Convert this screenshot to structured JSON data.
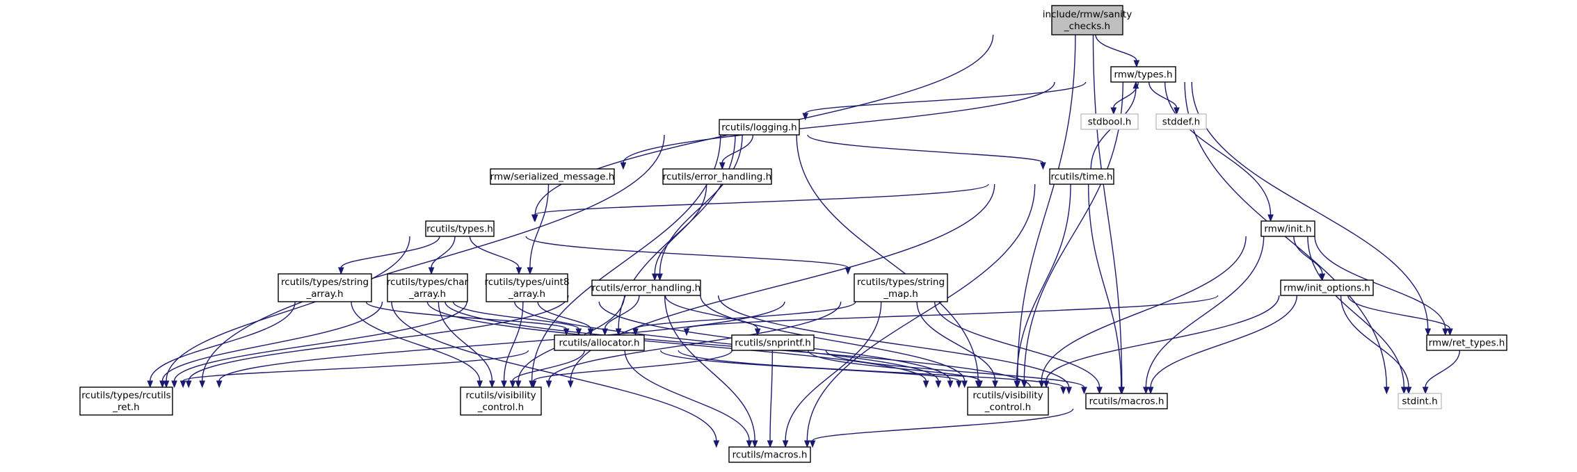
{
  "diagram": {
    "nodes": [
      {
        "id": "root",
        "lines": [
          "include/rmw/sanity",
          "_checks.h"
        ],
        "kind": "root"
      },
      {
        "id": "rmw_types",
        "lines": [
          "rmw/types.h"
        ],
        "kind": "doc"
      },
      {
        "id": "stdbool",
        "lines": [
          "stdbool.h"
        ],
        "kind": "ext"
      },
      {
        "id": "stddef",
        "lines": [
          "stddef.h"
        ],
        "kind": "ext"
      },
      {
        "id": "logging",
        "lines": [
          "rcutils/logging.h"
        ],
        "kind": "doc"
      },
      {
        "id": "serialized",
        "lines": [
          "rmw/serialized_message.h"
        ],
        "kind": "doc"
      },
      {
        "id": "err_handling_small",
        "lines": [
          "rcutils/error_handling.h"
        ],
        "kind": "doc"
      },
      {
        "id": "time",
        "lines": [
          "rcutils/time.h"
        ],
        "kind": "doc"
      },
      {
        "id": "rcutils_types",
        "lines": [
          "rcutils/types.h"
        ],
        "kind": "doc"
      },
      {
        "id": "rmw_init",
        "lines": [
          "rmw/init.h"
        ],
        "kind": "doc"
      },
      {
        "id": "string_array",
        "lines": [
          "rcutils/types/string",
          "_array.h"
        ],
        "kind": "doc"
      },
      {
        "id": "char_array",
        "lines": [
          "rcutils/types/char",
          "_array.h"
        ],
        "kind": "doc"
      },
      {
        "id": "uint8_array",
        "lines": [
          "rcutils/types/uint8",
          "_array.h"
        ],
        "kind": "doc"
      },
      {
        "id": "err_handling",
        "lines": [
          "rcutils/error_handling.h"
        ],
        "kind": "doc"
      },
      {
        "id": "string_map",
        "lines": [
          "rcutils/types/string",
          "_map.h"
        ],
        "kind": "doc"
      },
      {
        "id": "init_options",
        "lines": [
          "rmw/init_options.h"
        ],
        "kind": "doc"
      },
      {
        "id": "allocator",
        "lines": [
          "rcutils/allocator.h"
        ],
        "kind": "doc"
      },
      {
        "id": "snprintf",
        "lines": [
          "rcutils/snprintf.h"
        ],
        "kind": "doc"
      },
      {
        "id": "ret_types",
        "lines": [
          "rmw/ret_types.h"
        ],
        "kind": "doc"
      },
      {
        "id": "rcutils_ret",
        "lines": [
          "rcutils/types/rcutils",
          "_ret.h"
        ],
        "kind": "doc"
      },
      {
        "id": "vis_left",
        "lines": [
          "rcutils/visibility",
          "_control.h"
        ],
        "kind": "doc"
      },
      {
        "id": "vis_mid",
        "lines": [
          "rcutils/visibility",
          "_control.h"
        ],
        "kind": "doc"
      },
      {
        "id": "macros_right",
        "lines": [
          "rcutils/macros.h"
        ],
        "kind": "doc"
      },
      {
        "id": "stdint",
        "lines": [
          "stdint.h"
        ],
        "kind": "ext"
      },
      {
        "id": "macros_bottom",
        "lines": [
          "rcutils/macros.h"
        ],
        "kind": "doc"
      }
    ],
    "edges": [
      [
        "root",
        "rmw_types"
      ],
      [
        "root",
        "rcutils_types"
      ],
      [
        "root",
        "vis_mid"
      ],
      [
        "root",
        "macros_right"
      ],
      [
        "rmw_types",
        "stdbool"
      ],
      [
        "rmw_types",
        "stddef"
      ],
      [
        "rmw_types",
        "logging"
      ],
      [
        "rmw_types",
        "serialized"
      ],
      [
        "rmw_types",
        "rmw_init"
      ],
      [
        "rmw_types",
        "ret_types"
      ],
      [
        "rmw_types",
        "vis_mid"
      ],
      [
        "rmw_types",
        "stdint"
      ],
      [
        "logging",
        "err_handling_small"
      ],
      [
        "logging",
        "time"
      ],
      [
        "logging",
        "err_handling"
      ],
      [
        "logging",
        "allocator"
      ],
      [
        "logging",
        "rcutils_ret"
      ],
      [
        "logging",
        "vis_left"
      ],
      [
        "logging",
        "vis_mid"
      ],
      [
        "serialized",
        "uint8_array"
      ],
      [
        "err_handling_small",
        "err_handling"
      ],
      [
        "time",
        "rcutils_types"
      ],
      [
        "time",
        "rmw_types"
      ],
      [
        "time",
        "vis_left"
      ],
      [
        "time",
        "vis_mid"
      ],
      [
        "time",
        "macros_right"
      ],
      [
        "time",
        "macros_bottom"
      ],
      [
        "rcutils_types",
        "string_array"
      ],
      [
        "rcutils_types",
        "char_array"
      ],
      [
        "rcutils_types",
        "uint8_array"
      ],
      [
        "rcutils_types",
        "string_map"
      ],
      [
        "rcutils_types",
        "rcutils_ret"
      ],
      [
        "rmw_init",
        "init_options"
      ],
      [
        "rmw_init",
        "ret_types"
      ],
      [
        "rmw_init",
        "stdint"
      ],
      [
        "rmw_init",
        "vis_mid"
      ],
      [
        "rmw_init",
        "macros_right"
      ],
      [
        "string_array",
        "allocator"
      ],
      [
        "string_array",
        "rcutils_ret"
      ],
      [
        "string_array",
        "vis_left"
      ],
      [
        "string_array",
        "vis_mid"
      ],
      [
        "string_array",
        "macros_right"
      ],
      [
        "string_array",
        "macros_bottom"
      ],
      [
        "char_array",
        "allocator"
      ],
      [
        "char_array",
        "rcutils_ret"
      ],
      [
        "char_array",
        "vis_left"
      ],
      [
        "char_array",
        "vis_mid"
      ],
      [
        "uint8_array",
        "allocator"
      ],
      [
        "uint8_array",
        "rcutils_ret"
      ],
      [
        "uint8_array",
        "vis_left"
      ],
      [
        "uint8_array",
        "vis_mid"
      ],
      [
        "err_handling",
        "allocator"
      ],
      [
        "err_handling",
        "snprintf"
      ],
      [
        "err_handling",
        "rcutils_ret"
      ],
      [
        "err_handling",
        "vis_left"
      ],
      [
        "err_handling",
        "vis_mid"
      ],
      [
        "err_handling",
        "macros_right"
      ],
      [
        "err_handling",
        "macros_bottom"
      ],
      [
        "string_map",
        "allocator"
      ],
      [
        "string_map",
        "rcutils_ret"
      ],
      [
        "string_map",
        "vis_left"
      ],
      [
        "string_map",
        "vis_mid"
      ],
      [
        "string_map",
        "macros_right"
      ],
      [
        "string_map",
        "macros_bottom"
      ],
      [
        "init_options",
        "allocator"
      ],
      [
        "init_options",
        "ret_types"
      ],
      [
        "init_options",
        "stdint"
      ],
      [
        "init_options",
        "vis_mid"
      ],
      [
        "init_options",
        "macros_right"
      ],
      [
        "allocator",
        "rcutils_ret"
      ],
      [
        "allocator",
        "vis_left"
      ],
      [
        "allocator",
        "vis_mid"
      ],
      [
        "allocator",
        "macros_right"
      ],
      [
        "allocator",
        "macros_bottom"
      ],
      [
        "snprintf",
        "vis_left"
      ],
      [
        "snprintf",
        "vis_mid"
      ],
      [
        "snprintf",
        "macros_right"
      ],
      [
        "snprintf",
        "macros_bottom"
      ],
      [
        "ret_types",
        "stdint"
      ],
      [
        "macros_right",
        "macros_bottom"
      ]
    ]
  }
}
